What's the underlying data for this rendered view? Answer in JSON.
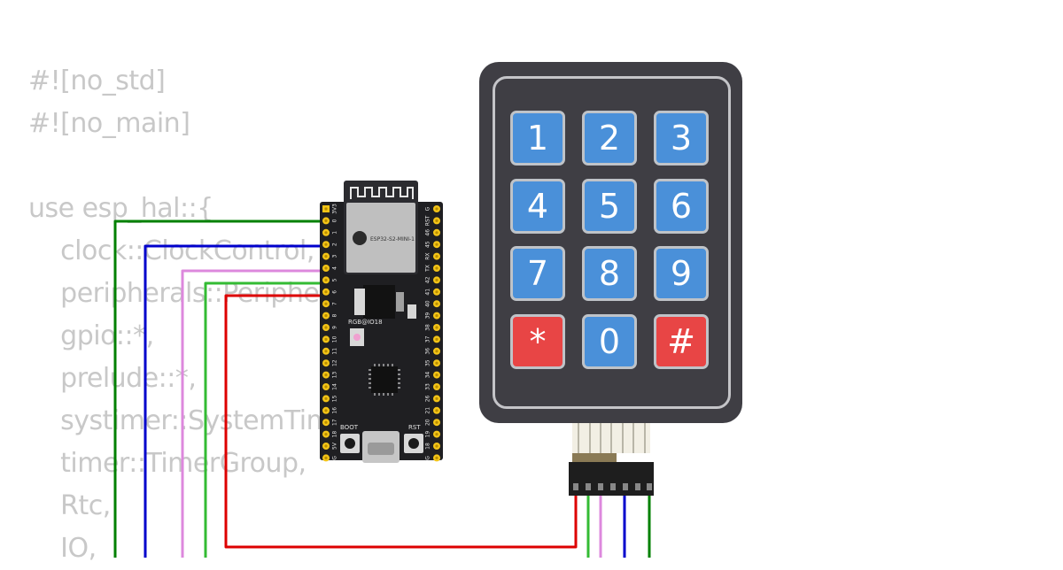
{
  "code_lines": [
    "#![no_std]",
    "#![no_main]",
    "",
    "use esp_hal::{",
    "    clock::ClockControl,",
    "    peripherals::Peripherals,",
    "    gpio::*,",
    "    prelude::*,",
    "    systimer::SystemTimer,",
    "    timer::TimerGroup,",
    "    Rtc,",
    "    IO,"
  ],
  "board": {
    "module_label": "ESP32-S2-MINI-1",
    "led_label": "RGB@IO18",
    "boot_label": "BOOT",
    "rst_label": "RST",
    "left_pins": [
      "3V3",
      "0",
      "1",
      "2",
      "3",
      "4",
      "5",
      "6",
      "7",
      "8",
      "9",
      "10",
      "11",
      "12",
      "13",
      "14",
      "15",
      "16",
      "17",
      "18",
      "5V",
      "G"
    ],
    "right_pins": [
      "G",
      "RST",
      "46",
      "45",
      "RX",
      "TX",
      "42",
      "41",
      "40",
      "39",
      "38",
      "37",
      "36",
      "35",
      "34",
      "33",
      "26",
      "21",
      "20",
      "19",
      "18",
      "G"
    ]
  },
  "keypad": {
    "keys": [
      "1",
      "2",
      "3",
      "4",
      "5",
      "6",
      "7",
      "8",
      "9",
      "*",
      "0",
      "#"
    ],
    "colors": {
      "body": "#3f3e44",
      "digit_key": "#4a90d9",
      "special_key": "#e84545"
    }
  },
  "wire_colors": {
    "wire1": "#008000",
    "wire2": "#0000cc",
    "wire3": "#dd88dd",
    "wire4": "#33bb33",
    "wire5": "#dd0000"
  }
}
